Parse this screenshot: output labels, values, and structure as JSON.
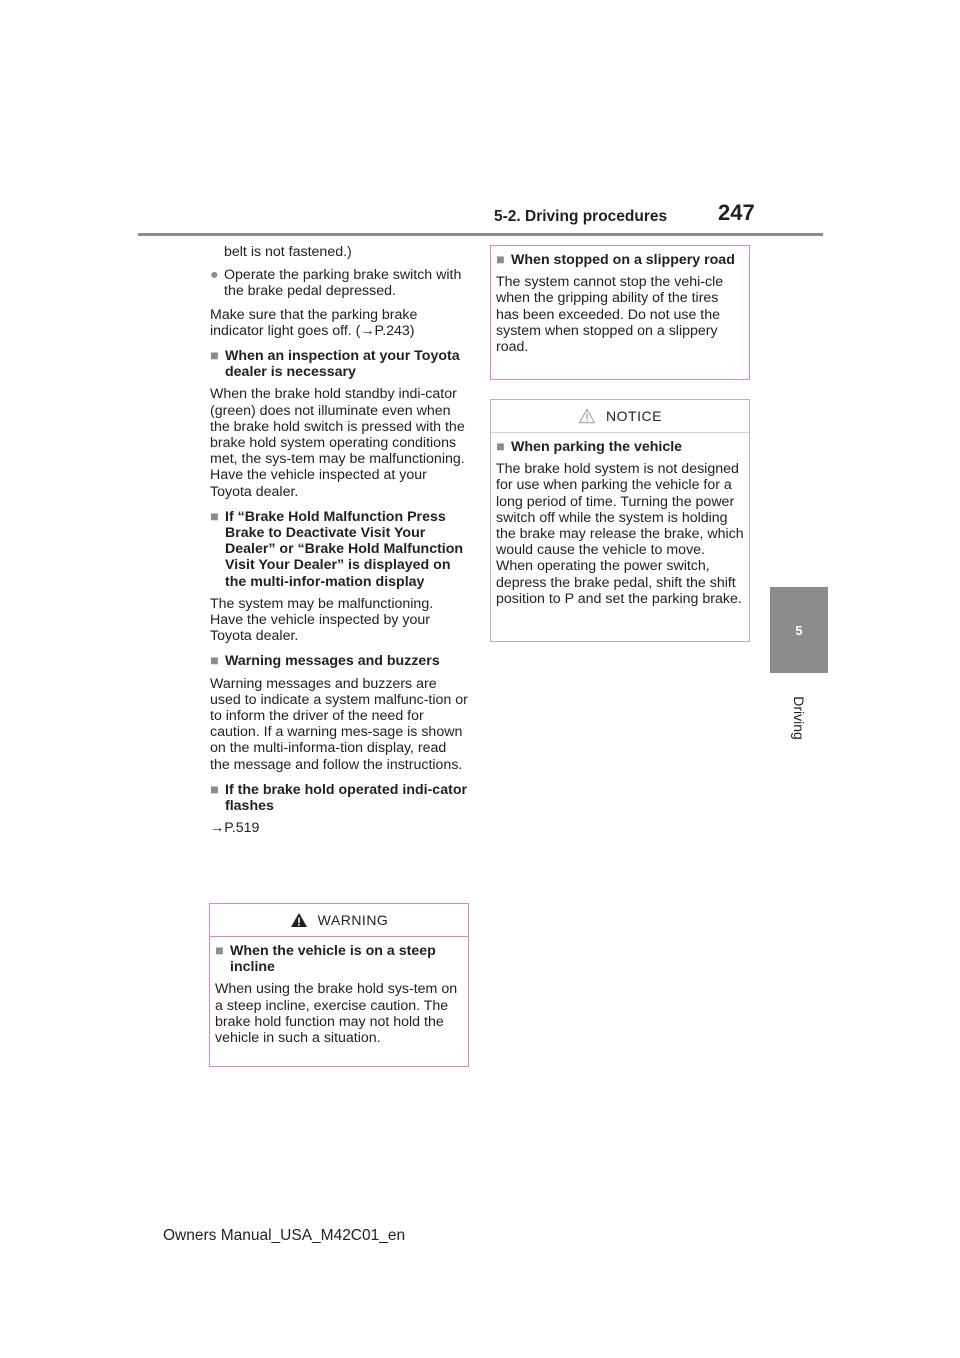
{
  "header": {
    "section": "5-2. Driving procedures",
    "page_number": "247",
    "tab_number": "5",
    "tab_label": "Driving"
  },
  "left_column": {
    "cont_text": "belt is not fastened.)",
    "bullet_1": "Operate the parking brake switch with the brake pedal depressed.",
    "para_1": "Make sure that the parking brake indicator light goes off. (→P.243)",
    "heading_1": "When an inspection at your Toyota dealer is necessary",
    "para_2": "When the brake hold standby indi-cator (green) does not illuminate even when the brake hold switch is pressed with the brake hold system operating conditions met, the sys-tem may be malfunctioning. Have the vehicle inspected at your Toyota dealer.",
    "heading_2": "If “Brake Hold Malfunction Press Brake to Deactivate Visit Your Dealer” or “Brake Hold Malfunction Visit Your Dealer” is displayed on the multi-infor-mation display",
    "para_3": "The system may be malfunctioning. Have the vehicle inspected by your Toyota dealer.",
    "heading_3": "Warning messages and buzzers",
    "para_4": "Warning messages and buzzers are used to indicate a system malfunc-tion or to inform the driver of the need for caution. If a warning mes-sage is shown on the multi-informa-tion display, read the message and follow the instructions.",
    "heading_4": "If the brake hold operated indi-cator flashes",
    "para_5": "→P.519"
  },
  "warning_box": {
    "title": "WARNING",
    "heading": "When the vehicle is on a steep incline",
    "text": "When using the brake hold sys-tem on a steep incline, exercise caution. The brake hold function may not hold the vehicle in such a situation."
  },
  "right_warning_cont": {
    "heading": "When stopped on a slippery road",
    "text": "The system cannot stop the vehi-cle when the gripping ability of the tires has been exceeded. Do not use the system when stopped on a slippery road."
  },
  "notice_box": {
    "title": "NOTICE",
    "heading": "When parking the vehicle",
    "text": "The brake hold system is not designed for use when parking the vehicle for a long period of time. Turning the power switch off while the system is holding the brake may release the brake, which would cause the vehicle to move. When operating the power switch, depress the brake pedal, shift the shift position to P and set the parking brake."
  },
  "footer": {
    "text": "Owners Manual_USA_M42C01_en"
  },
  "colors": {
    "warning_border": "#e97fc5",
    "accent_gray": "#8c8c8c"
  }
}
